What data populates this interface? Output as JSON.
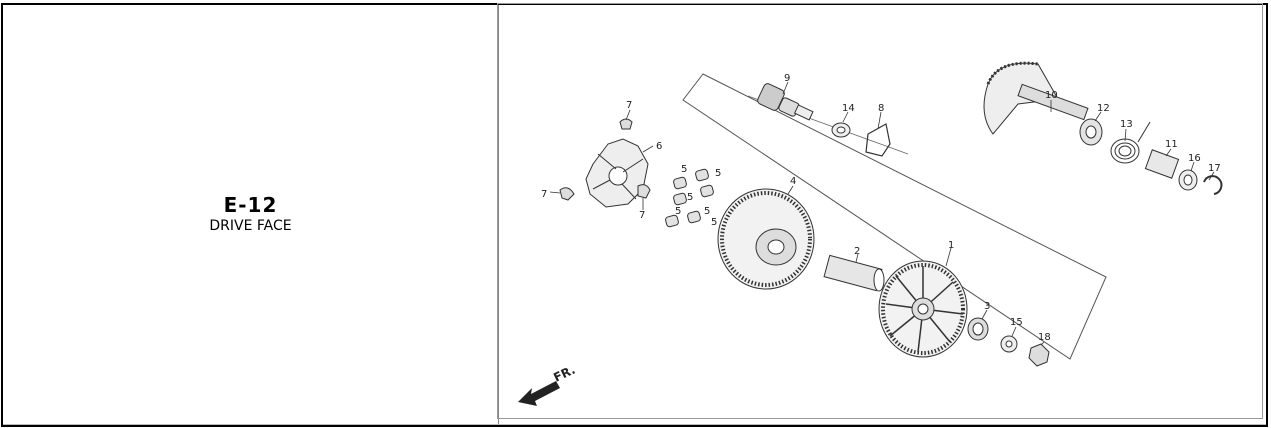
{
  "section": {
    "code": "E-12",
    "name": "DRIVE FACE"
  },
  "diagram": {
    "direction_label": "FR.",
    "callouts": [
      {
        "id": "c1",
        "num": "1"
      },
      {
        "id": "c2",
        "num": "2"
      },
      {
        "id": "c3",
        "num": "3"
      },
      {
        "id": "c4",
        "num": "4"
      },
      {
        "id": "c5a",
        "num": "5"
      },
      {
        "id": "c5b",
        "num": "5"
      },
      {
        "id": "c5c",
        "num": "5"
      },
      {
        "id": "c5d",
        "num": "5"
      },
      {
        "id": "c5e",
        "num": "5"
      },
      {
        "id": "c5f",
        "num": "5"
      },
      {
        "id": "c6",
        "num": "6"
      },
      {
        "id": "c7a",
        "num": "7"
      },
      {
        "id": "c7b",
        "num": "7"
      },
      {
        "id": "c7c",
        "num": "7"
      },
      {
        "id": "c8",
        "num": "8"
      },
      {
        "id": "c9",
        "num": "9"
      },
      {
        "id": "c10",
        "num": "10"
      },
      {
        "id": "c11",
        "num": "11"
      },
      {
        "id": "c12",
        "num": "12"
      },
      {
        "id": "c13",
        "num": "13"
      },
      {
        "id": "c14",
        "num": "14"
      },
      {
        "id": "c15",
        "num": "15"
      },
      {
        "id": "c16",
        "num": "16"
      },
      {
        "id": "c17",
        "num": "17"
      },
      {
        "id": "c18",
        "num": "18"
      }
    ]
  }
}
